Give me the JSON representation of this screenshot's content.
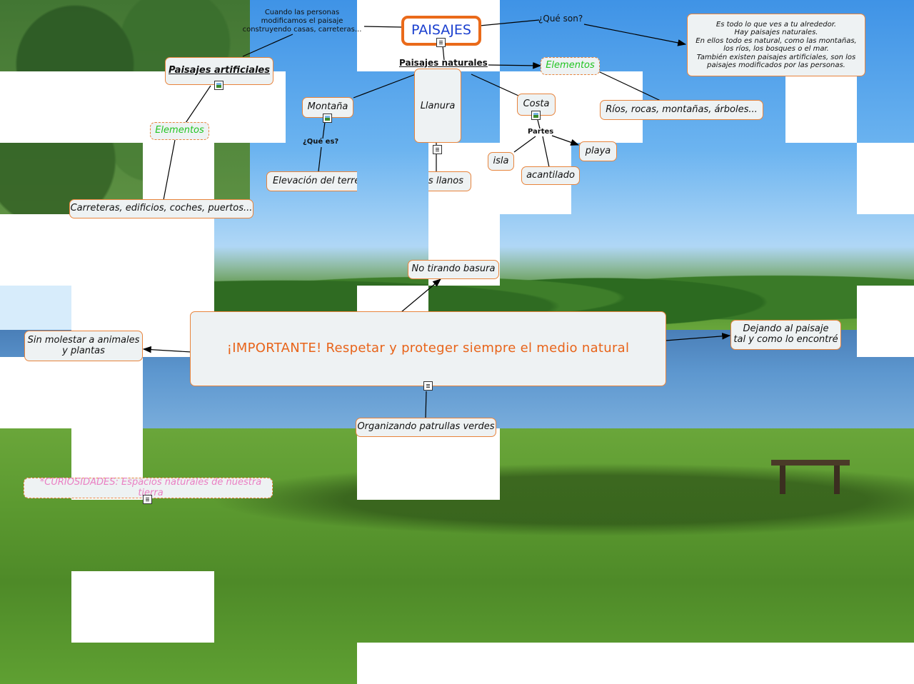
{
  "diagram": {
    "root": "PAISAJES",
    "root_link": "¿Qué son?",
    "definition": "Es todo lo que ves a tu alrededor.\nHay paisajes naturales.\nEn ellos todo es natural, como las montañas, los ríos, los bosques o el mar.\nTambién existen paisajes artificiales, son los paisajes modificados por las personas.",
    "artificial_note": "Cuando las personas\nmodificamos el paisaje\nconstruyendo casas, carreteras...",
    "artificial": "Paisajes artificiales",
    "artificial_elements_label": "Elementos",
    "artificial_elements": "Carreteras, edificios, coches, puertos...",
    "natural": "Paisajes naturales",
    "natural_elements_label": "Elementos",
    "natural_elements": "Ríos, rocas, montañas, árboles...",
    "montana": "Montaña",
    "montana_link": "¿Qué es?",
    "montana_def": "Elevación del terreno",
    "llanura": "Llanura",
    "llanura_def": "Terrenos llanos",
    "costa": "Costa",
    "costa_link": "Partes",
    "isla": "isla",
    "acantilado": "acantilado",
    "playa": "playa",
    "important": "¡IMPORTANTE! Respetar y proteger siempre el medio natural",
    "action_1": "No tirando basura",
    "action_2": "Sin molestar a animales\ny plantas",
    "action_3": "Dejando al paisaje\ntal y como lo encontré",
    "action_4": "Organizando patrullas verdes",
    "curiosidades": "*CURIOSIDADES: Espacios naturales de nuestra tierra"
  },
  "colors": {
    "node_border": "#e8843c",
    "root_text": "#1a3fcf",
    "important_text": "#e8641a",
    "elements_text": "#22c422",
    "curiosidades_text": "#ea7fc3"
  }
}
